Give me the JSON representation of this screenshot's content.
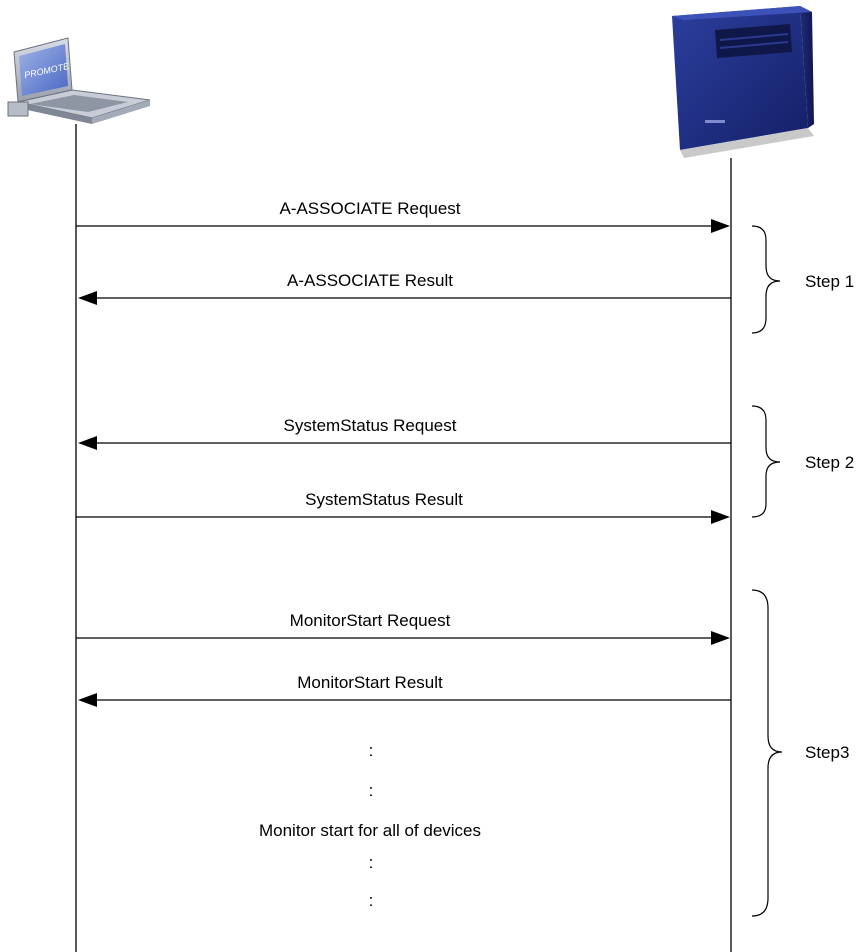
{
  "actors": {
    "left_icon": "laptop-icon",
    "right_icon": "pbx-server-icon",
    "laptop_screen_text": "PROMOTE"
  },
  "messages": [
    {
      "label": "A-ASSOCIATE Request",
      "direction": "right"
    },
    {
      "label": "A-ASSOCIATE Result",
      "direction": "left"
    },
    {
      "label": "SystemStatus Request",
      "direction": "left"
    },
    {
      "label": "SystemStatus Result",
      "direction": "right"
    },
    {
      "label": "MonitorStart Request",
      "direction": "right"
    },
    {
      "label": "MonitorStart Result",
      "direction": "left"
    }
  ],
  "steps": [
    {
      "label": "Step 1"
    },
    {
      "label": "Step 2"
    },
    {
      "label": "Step3"
    }
  ],
  "notes": [
    ":",
    ":",
    "Monitor start for all of devices",
    ":",
    ":"
  ]
}
